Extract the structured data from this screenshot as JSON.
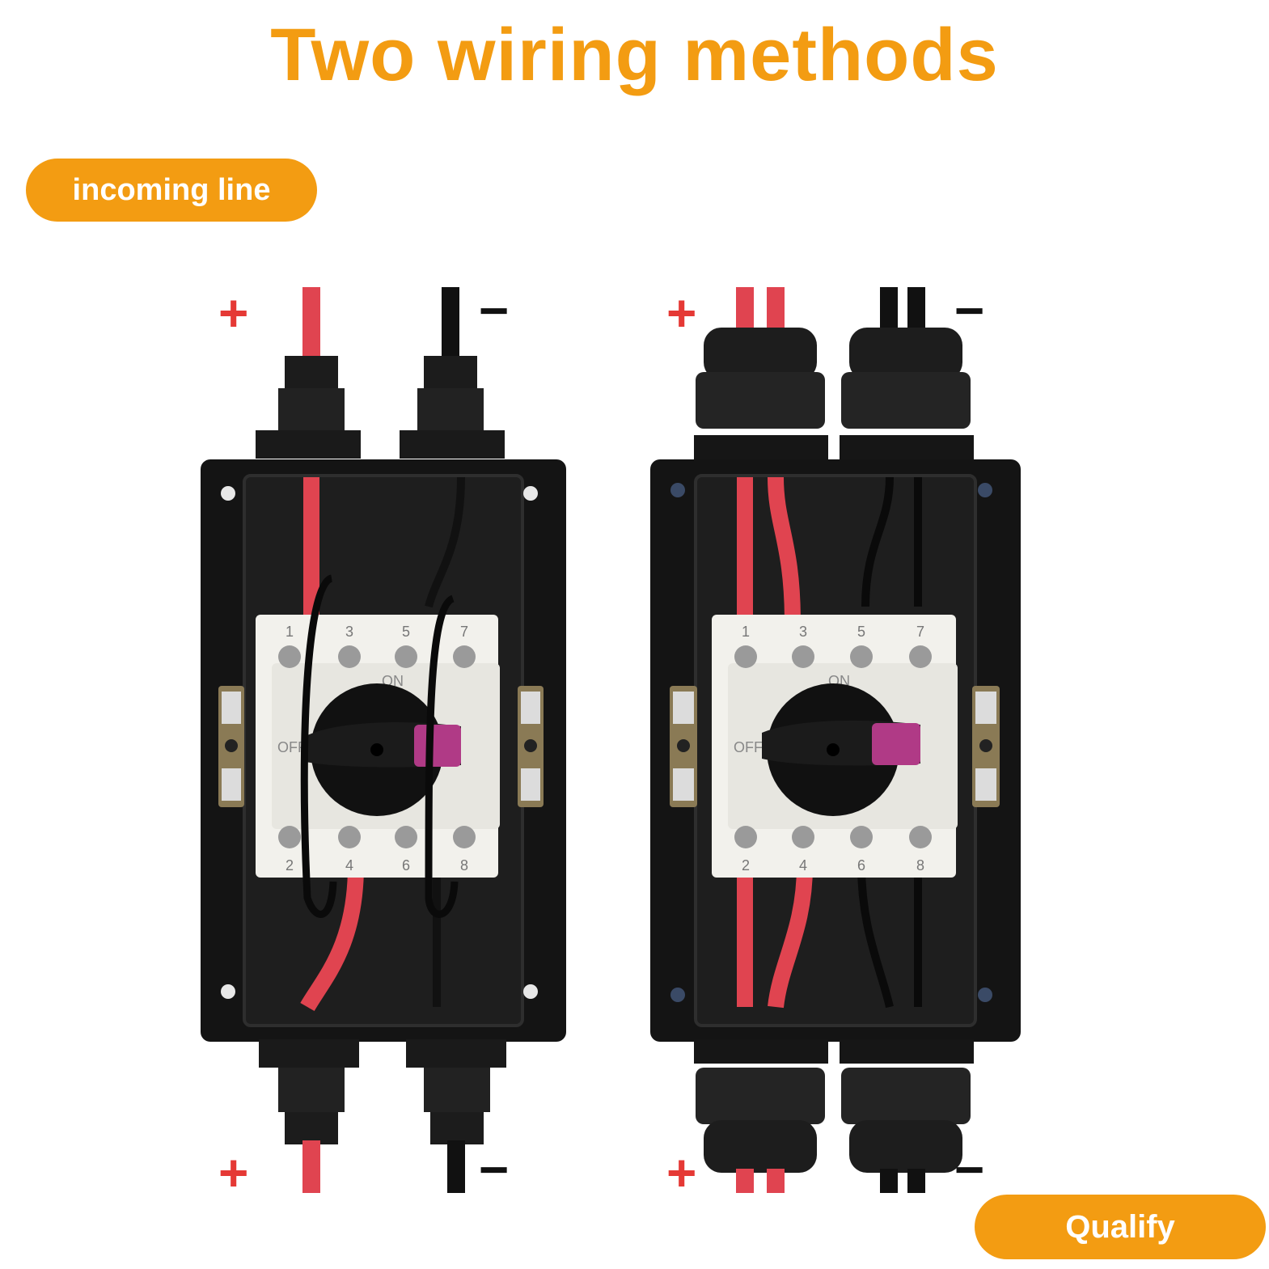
{
  "header": {
    "title": "Two wiring methods"
  },
  "labels": {
    "incoming_line": "incoming line",
    "qualify": "Qualify"
  },
  "polarity": {
    "plus": "+",
    "minus": "−"
  },
  "switch": {
    "on_label": "ON",
    "off_label": "OFF",
    "terminals_top": [
      "1",
      "3",
      "5",
      "7"
    ],
    "terminals_bottom": [
      "2",
      "4",
      "6",
      "8"
    ]
  },
  "colors": {
    "accent": "#F39C12",
    "plus_sign": "#E53935",
    "minus_sign": "#111111",
    "red_wire": "#E04450",
    "box": "#141414",
    "switch_body": "#F2F1EC",
    "lock": "#B03A86"
  }
}
